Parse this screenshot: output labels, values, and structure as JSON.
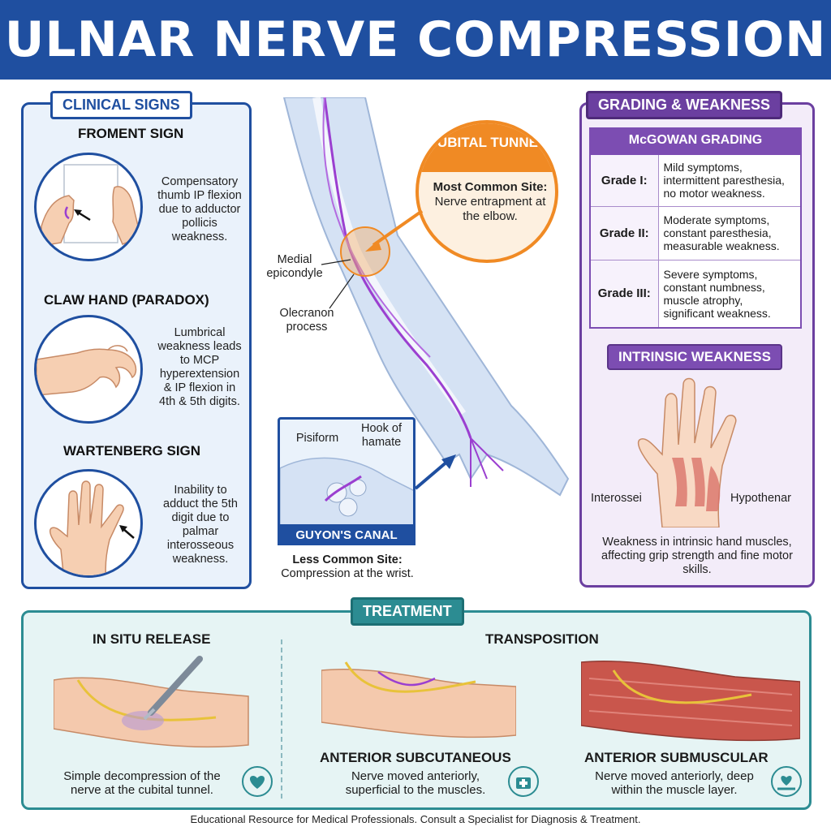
{
  "title": "ULNAR NERVE COMPRESSION",
  "clinical_signs": {
    "heading": "CLINICAL SIGNS",
    "signs": [
      {
        "title": "FROMENT SIGN",
        "text": "Compensatory thumb IP flexion due to adductor pollicis weakness."
      },
      {
        "title": "CLAW HAND (PARADOX)",
        "text": "Lumbrical weakness leads to MCP hyperextension & IP flexion in 4th & 5th digits."
      },
      {
        "title": "WARTENBERG SIGN",
        "text": "Inability to adduct the 5th digit due to palmar interosseous weakness."
      }
    ]
  },
  "anatomy": {
    "cubital_title": "CUBITAL TUNNEL",
    "cubital_bold": "Most Common Site:",
    "cubital_text": "Nerve entrapment at the elbow.",
    "medial_epicondyle": "Medial epicondyle",
    "olecranon": "Olecranon process",
    "pisiform": "Pisiform",
    "hook_of_hamate": "Hook of hamate",
    "guyon_title": "GUYON'S CANAL",
    "guyon_bold": "Less Common Site:",
    "guyon_text": "Compression at the wrist."
  },
  "grading": {
    "heading": "GRADING & WEAKNESS",
    "table_title": "McGOWAN GRADING",
    "grades": [
      {
        "grade": "Grade I:",
        "desc": "Mild symptoms, intermittent paresthesia, no motor weakness."
      },
      {
        "grade": "Grade II:",
        "desc": "Moderate symptoms, constant paresthesia, measurable weakness."
      },
      {
        "grade": "Grade III:",
        "desc": "Severe symptoms, constant numbness, muscle atrophy, significant weakness."
      }
    ],
    "intrinsic_heading": "INTRINSIC WEAKNESS",
    "interossei": "Interossei",
    "hypothenar": "Hypothenar",
    "intrinsic_text": "Weakness in intrinsic hand muscles, affecting grip strength and fine motor skills."
  },
  "treatment": {
    "heading": "TREATMENT",
    "in_situ_title": "IN SITU RELEASE",
    "in_situ_text": "Simple decompression of the nerve at the cubital tunnel.",
    "transposition_title": "TRANSPOSITION",
    "subcut_title": "ANTERIOR SUBCUTANEOUS",
    "subcut_text": "Nerve moved anteriorly, superficial to the muscles.",
    "submusc_title": "ANTERIOR SUBMUSCULAR",
    "submusc_text": "Nerve moved anteriorly, deep within the muscle layer."
  },
  "footer": "Educational Resource for Medical Professionals. Consult a Specialist for Diagnosis & Treatment.",
  "colors": {
    "primary": "#1f4fa0",
    "accent_orange": "#f08a24",
    "purple": "#6b3fa0",
    "teal": "#2c8c92",
    "nerve": "#9b3fd0"
  }
}
